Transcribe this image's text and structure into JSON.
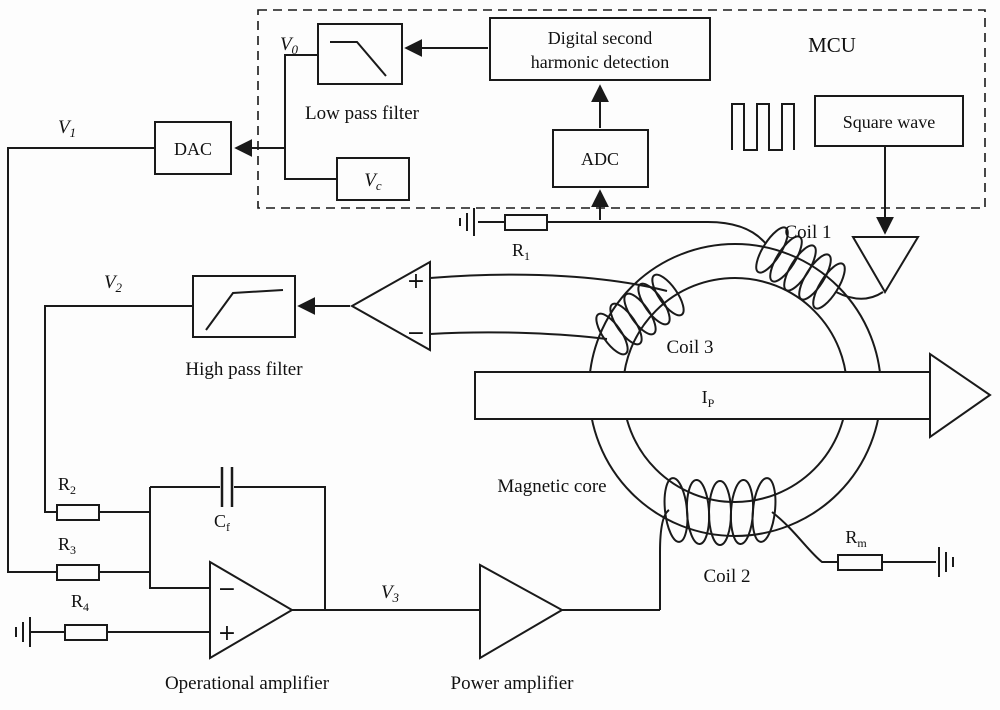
{
  "diagram": {
    "mcu_label": "MCU",
    "blocks": {
      "digital_line1": "Digital second",
      "digital_line2": "harmonic detection",
      "adc": "ADC",
      "dac": "DAC",
      "square_wave": "Square wave"
    },
    "captions": {
      "low_pass": "Low pass filter",
      "high_pass": "High pass filter",
      "op_amp": "Operational amplifier",
      "power_amp": "Power amplifier",
      "magnetic_core": "Magnetic core",
      "coil1": "Coil 1",
      "coil2": "Coil 2",
      "coil3": "Coil 3"
    },
    "signals": {
      "v0": {
        "base": "V",
        "sub": "0"
      },
      "v1": {
        "base": "V",
        "sub": "1"
      },
      "v2": {
        "base": "V",
        "sub": "2"
      },
      "v3": {
        "base": "V",
        "sub": "3"
      },
      "vc": {
        "base": "V",
        "sub": "c"
      },
      "ip": {
        "base": "I",
        "sub": "P"
      }
    },
    "components": {
      "r1": {
        "base": "R",
        "sub": "1"
      },
      "r2": {
        "base": "R",
        "sub": "2"
      },
      "r3": {
        "base": "R",
        "sub": "3"
      },
      "r4": {
        "base": "R",
        "sub": "4"
      },
      "rm": {
        "base": "R",
        "sub": "m"
      },
      "cf": {
        "base": "C",
        "sub": "f"
      }
    },
    "polarity": {
      "plus": "+",
      "minus": "−"
    },
    "colors": {
      "line": "#1a1a1a",
      "background": "#ffffff"
    }
  }
}
